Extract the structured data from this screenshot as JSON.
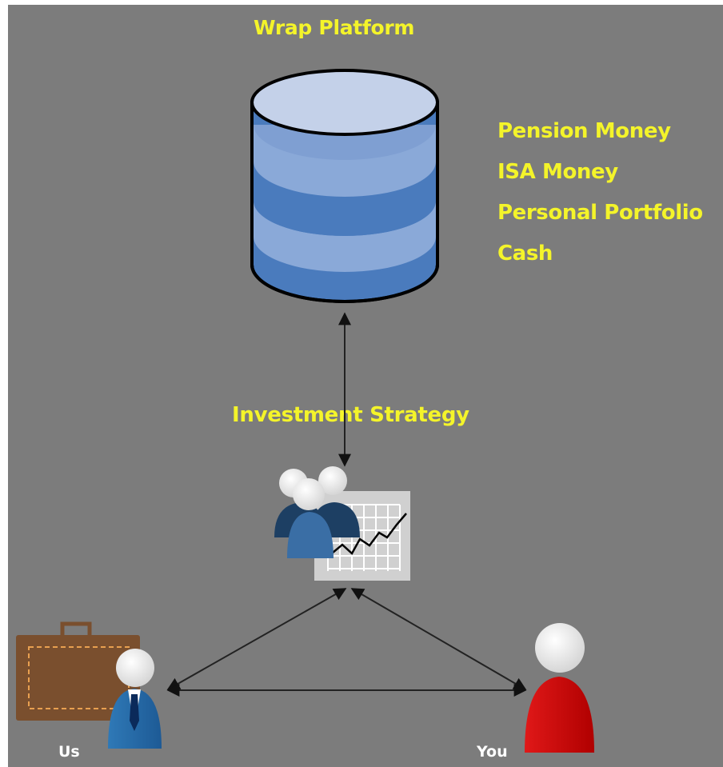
{
  "diagram": {
    "title": "Wrap Platform",
    "assets": [
      "Pension Money",
      "ISA Money",
      "Personal Portfolio",
      "Cash"
    ],
    "strategy_label": "Investment Strategy",
    "party_us": "Us",
    "party_you": "You"
  },
  "colors": {
    "background": "#7c7c7c",
    "label_yellow": "#f4f42a",
    "database_blue_dark": "#4a7bbd",
    "database_blue_light": "#8aa9d8",
    "you_red": "#cc0000",
    "briefcase_brown": "#7a4f2e"
  },
  "icons": {
    "database": "database-cylinder-icon",
    "strategy": "team-chart-icon",
    "us": "businessman-briefcase-icon",
    "you": "person-icon"
  }
}
